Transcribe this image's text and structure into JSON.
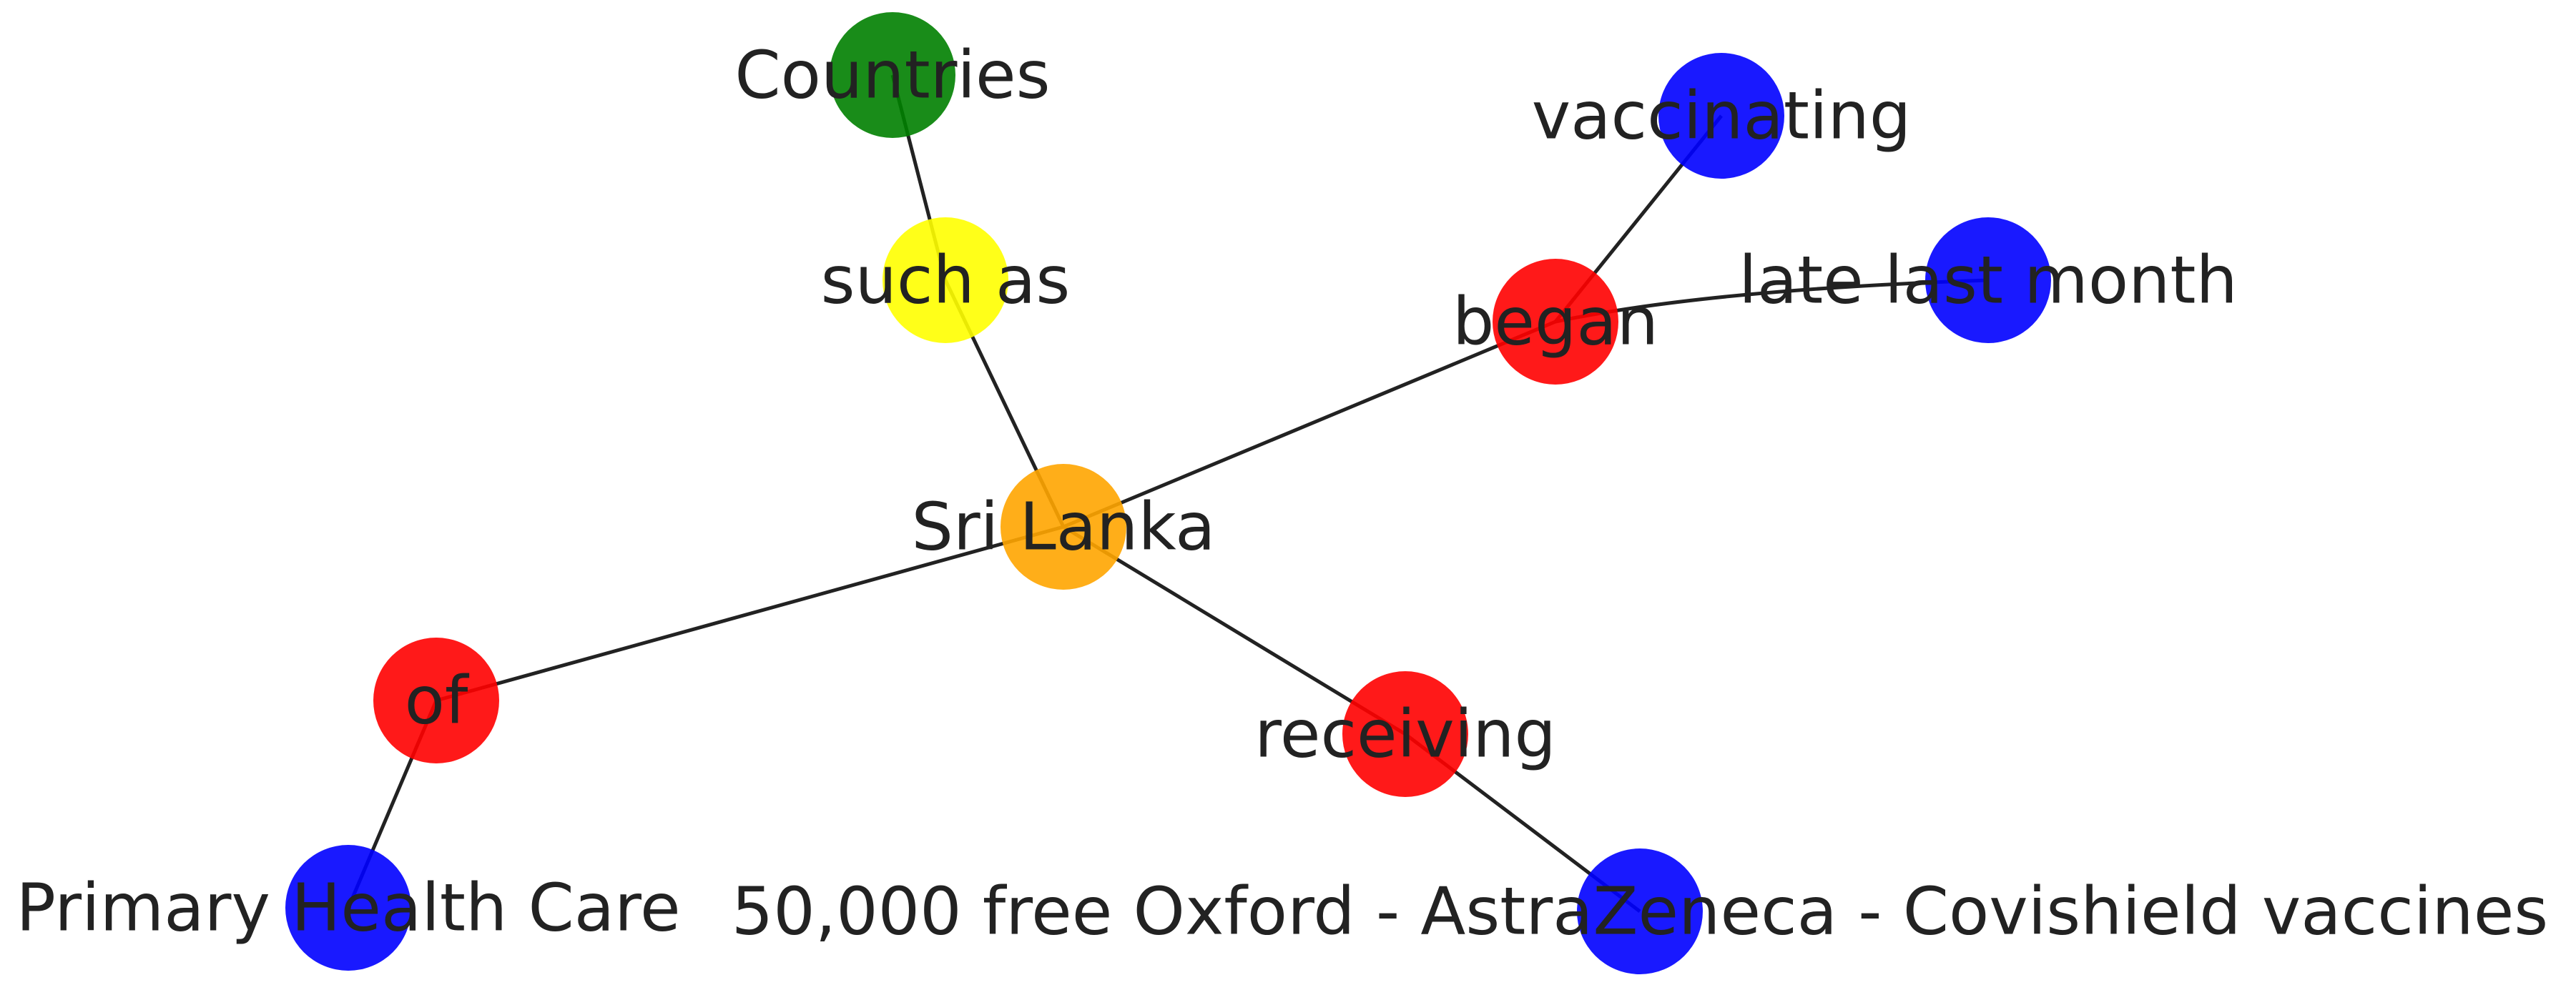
{
  "graph": {
    "nodes": [
      {
        "id": "countries",
        "label": "Countries",
        "color": "#008000"
      },
      {
        "id": "such_as",
        "label": "such as",
        "color": "#ffff00"
      },
      {
        "id": "vaccinating",
        "label": "vaccinating",
        "color": "#0000ff"
      },
      {
        "id": "late_last_month",
        "label": "late last month",
        "color": "#0000ff"
      },
      {
        "id": "began",
        "label": "began",
        "color": "#ff0000"
      },
      {
        "id": "sri_lanka",
        "label": "Sri Lanka",
        "color": "#ffa500"
      },
      {
        "id": "of",
        "label": "of",
        "color": "#ff0000"
      },
      {
        "id": "receiving",
        "label": "receiving",
        "color": "#ff0000"
      },
      {
        "id": "primary_health_care",
        "label": "Primary Health Care",
        "color": "#0000ff"
      },
      {
        "id": "vaccines",
        "label": "50,000 free Oxford - AstraZeneca - Covishield vaccines",
        "color": "#0000ff"
      }
    ],
    "edges": [
      {
        "source": "countries",
        "target": "such_as"
      },
      {
        "source": "such_as",
        "target": "sri_lanka"
      },
      {
        "source": "vaccinating",
        "target": "began"
      },
      {
        "source": "began",
        "target": "late_last_month"
      },
      {
        "source": "began",
        "target": "sri_lanka"
      },
      {
        "source": "sri_lanka",
        "target": "of"
      },
      {
        "source": "sri_lanka",
        "target": "receiving"
      },
      {
        "source": "of",
        "target": "primary_health_care"
      },
      {
        "source": "receiving",
        "target": "vaccines"
      }
    ]
  }
}
